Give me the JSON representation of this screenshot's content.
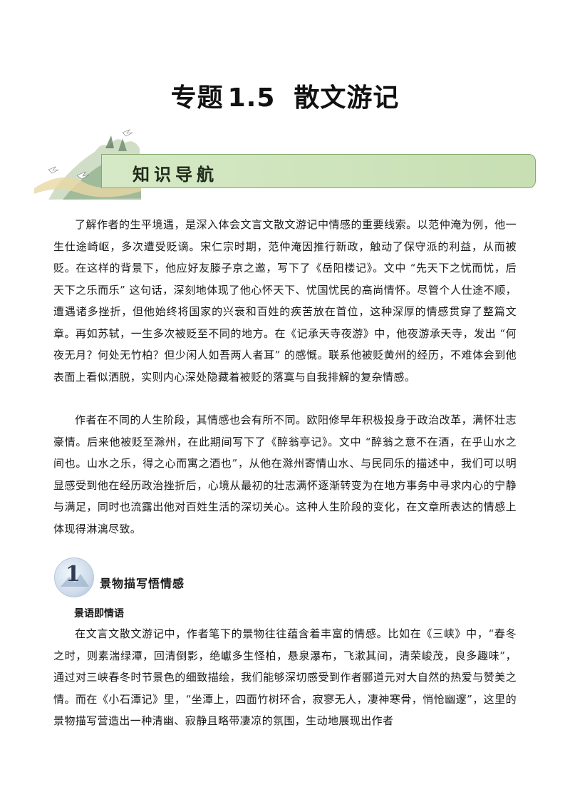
{
  "header": {
    "title_prefix": "专题",
    "title_number": "1.5",
    "title_topic": "散文游记"
  },
  "nav": {
    "label": "知识导航"
  },
  "paragraphs": {
    "p1": "了解作者的生平境遇，是深入体会文言文散文游记中情感的重要线索。以范仲淹为例，他一生仕途崎岖，多次遭受贬谪。宋仁宗时期，范仲淹因推行新政，触动了保守派的利益，从而被贬。在这样的背景下，他应好友滕子京之邀，写下了《岳阳楼记》。文中 “先天下之忧而忧，后天下之乐而乐” 这句话，深刻地体现了他心怀天下、忧国忧民的高尚情怀。尽管个人仕途不顺，遭遇诸多挫折，但他始终将国家的兴衰和百姓的疾苦放在首位，这种深厚的情感贯穿了整篇文章。再如苏轼，一生多次被贬至不同的地方。在《记承天寺夜游》中，他夜游承天寺，发出 “何夜无月？何处无竹柏？但少闲人如吾两人者耳” 的感慨。联系他被贬黄州的经历，不难体会到他表面上看似洒脱，实则内心深处隐藏着被贬的落寞与自我排解的复杂情感。",
    "p2": "作者在不同的人生阶段，其情感也会有所不同。欧阳修早年积极投身于政治改革，满怀壮志豪情。后来他被贬至滁州，在此期间写下了《醉翁亭记》。文中 “醉翁之意不在酒，在乎山水之间也。山水之乐，得之心而寓之酒也”，从他在滁州寄情山水、与民同乐的描述中，我们可以明显感受到他在经历政治挫折后，心境从最初的壮志满怀逐渐转变为在地方事务中寻求内心的宁静与满足，同时也流露出他对百姓生活的深切关心。这种人生阶段的变化，在文章所表达的情感上体现得淋漓尽致。",
    "p3": "在文言文散文游记中，作者笔下的景物往往蕴含着丰富的情感。比如在《三峡》中，“春冬之时，则素湍绿潭，回清倒影，绝巘多生怪柏，悬泉瀑布，飞漱其间，清荣峻茂，良多趣味”，通过对三峡春冬时节景色的细致描绘，我们能够深切感受到作者郦道元对大自然的热爱与赞美之情。而在《小石潭记》里，“坐潭上，四面竹树环合，寂寥无人，凄神寒骨，悄怆幽邃”，这里的景物描写营造出一种清幽、寂静且略带凄凉的氛围，生动地展现出作者"
  },
  "section1": {
    "number": "1",
    "heading": "景物描写悟情感",
    "subheading": "景语即情语"
  },
  "colors": {
    "banner_fill": "#d6e9c6",
    "banner_border": "#86a96c",
    "badge": "#cfdceb"
  },
  "icons": [
    "landscape-crane-decoration",
    "mountain-badge"
  ]
}
